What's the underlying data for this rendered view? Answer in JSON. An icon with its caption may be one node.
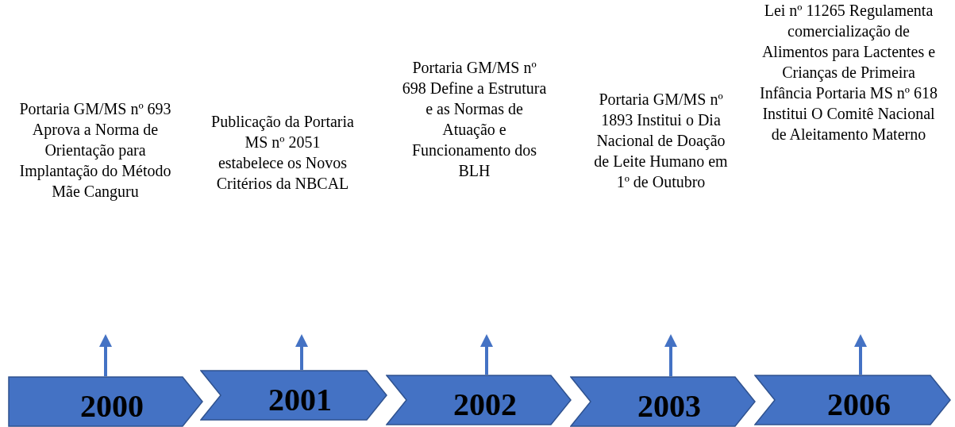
{
  "diagram": {
    "nodes": [
      {
        "text": [
          "Portaria GM/MS nº 693 Aprova a Norma de Orientação para Implantação do Método Mãe Canguru"
        ]
      },
      {
        "text": [
          "Publicação da Portaria MS nº 2051 estabelece os Novos Critérios da NBCAL"
        ]
      },
      {
        "text": [
          "Portaria GM/MS nº 698 Define a Estrutura e as Normas de Atuação e Funcionamento dos BLH"
        ]
      },
      {
        "text": [
          "Portaria GM/MS nº 1893 Institui o Dia Nacional de Doação de Leite Humano em 1º de Outubro"
        ]
      },
      {
        "text": [
          "Lei nº 11265 Regulamenta comercialização de Alimentos para Lactentes e Crianças de Primeira Infância Portaria MS nº 618 Institui O Comitê Nacional de Aleitamento Materno"
        ]
      },
      {
        "text": [
          "2000"
        ]
      },
      {
        "text": [
          "2001"
        ]
      },
      {
        "text": [
          "2002"
        ]
      },
      {
        "text": [
          "2003"
        ]
      },
      {
        "text": [
          "2006"
        ]
      }
    ],
    "edges": [
      {
        "from": 5,
        "to": null,
        "arrow": "to"
      },
      {
        "from": 6,
        "to": null,
        "arrow": "to"
      },
      {
        "from": 7,
        "to": null,
        "arrow": "to"
      },
      {
        "from": 8,
        "to": null,
        "arrow": "to"
      },
      {
        "from": 9,
        "to": null,
        "arrow": "to"
      }
    ]
  }
}
